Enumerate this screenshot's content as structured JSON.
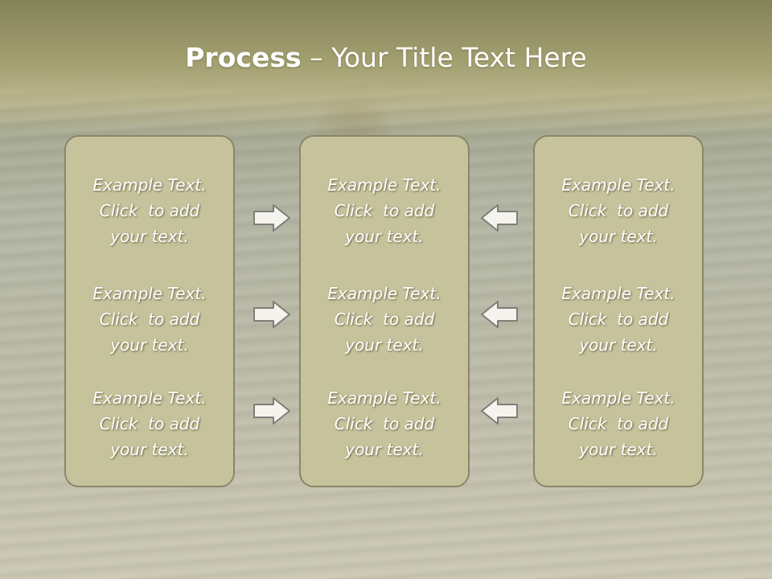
{
  "title": {
    "strong": "Process",
    "rest": " – Your Title Text Here"
  },
  "columns": [
    {
      "items": [
        "Example Text.\nClick  to add\nyour text.",
        "Example Text.\nClick  to add\nyour text.",
        "Example Text.\nClick  to add\nyour text."
      ]
    },
    {
      "items": [
        "Example Text.\nClick  to add\nyour text.",
        "Example Text.\nClick  to add\nyour text.",
        "Example Text.\nClick  to add\nyour text."
      ]
    },
    {
      "items": [
        "Example Text.\nClick  to add\nyour text.",
        "Example Text.\nClick  to add\nyour text.",
        "Example Text.\nClick  to add\nyour text."
      ]
    }
  ],
  "arrows": {
    "left_group_direction": "right",
    "right_group_direction": "left",
    "fill_color": "#f4f3ee",
    "stroke_color": "#7f7d78"
  },
  "colors": {
    "box_fill": "#c6c29b",
    "box_border": "#8a866a",
    "title_text": "#ffffff"
  }
}
